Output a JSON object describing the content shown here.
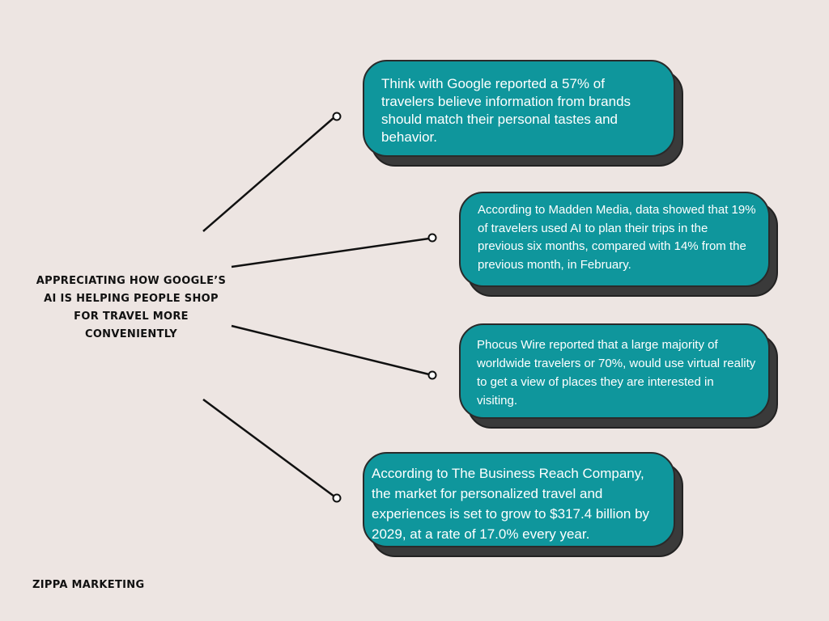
{
  "central_topic": "APPRECIATING HOW GOOGLE’S AI IS HELPING PEOPLE SHOP FOR TRAVEL MORE CONVENIENTLY",
  "footer": "ZIPPA MARKETING",
  "cards": [
    {
      "text": "Think with Google reported a 57% of travelers believe information from brands should match their personal tastes and behavior."
    },
    {
      "text": "According to Madden Media, data showed that 19% of travelers used AI to plan their trips in the previous six months, compared with 14% from the previous month, in February."
    },
    {
      "text": "Phocus Wire reported that a large majority of worldwide travelers or 70%, would use virtual reality to get a view of places they are interested in visiting."
    },
    {
      "text": "According to The Business Reach Company, the market for personalized travel and experiences is set to grow to $317.4 billion by 2029, at a rate of 17.0% every year."
    }
  ],
  "colors": {
    "background": "#ede5e2",
    "card_fill": "#0f969c",
    "card_shadow": "#3a3a3a",
    "line": "#111111"
  }
}
